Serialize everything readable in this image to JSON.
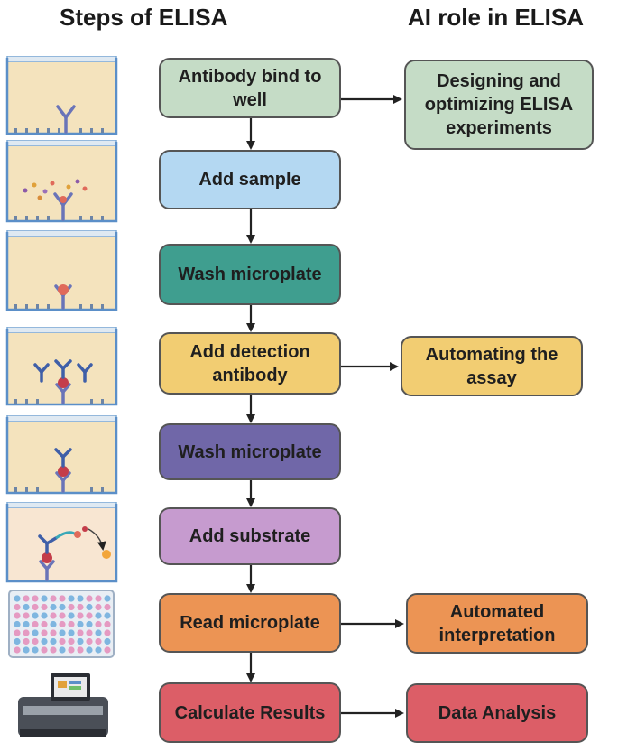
{
  "headings": {
    "steps": "Steps of ELISA",
    "ai_role": "AI role in ELISA"
  },
  "steps": [
    {
      "label": "Antibody bind to well",
      "color": "#c5dcc6"
    },
    {
      "label": "Add sample",
      "color": "#b4d8f2"
    },
    {
      "label": "Wash microplate",
      "color": "#3f9e8f"
    },
    {
      "label": "Add detection antibody",
      "color": "#f2cd72"
    },
    {
      "label": "Wash microplate",
      "color": "#7067a8"
    },
    {
      "label": "Add substrate",
      "color": "#c69bcf"
    },
    {
      "label": "Read microplate",
      "color": "#ec9454"
    },
    {
      "label": "Calculate Results",
      "color": "#dc5e67"
    }
  ],
  "ai_roles": [
    {
      "label": "Designing and optimizing ELISA experiments",
      "color": "#c5dcc6"
    },
    {
      "label": "Automating the assay",
      "color": "#f2cd72"
    },
    {
      "label": "Automated interpretation",
      "color": "#ec9454"
    },
    {
      "label": "Data Analysis",
      "color": "#dc5e67"
    }
  ],
  "icons": [
    "well-capture-antibody-icon",
    "well-sample-icon",
    "well-wash-icon",
    "well-detection-antibody-icon",
    "well-wash-2-icon",
    "well-substrate-icon",
    "microplate-icon",
    "plate-reader-icon"
  ]
}
